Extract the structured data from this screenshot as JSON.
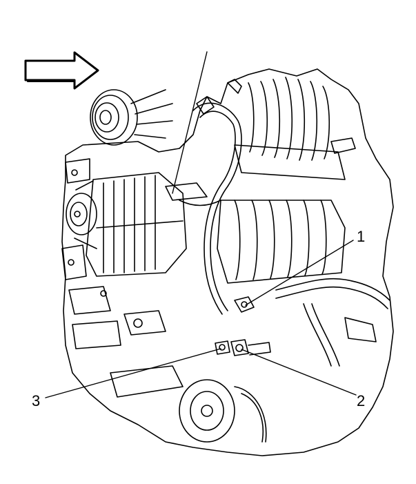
{
  "figure": {
    "callouts": [
      {
        "number": "1"
      },
      {
        "number": "2"
      },
      {
        "number": "3"
      }
    ],
    "direction_arrow": {
      "icon": "right-arrow-icon"
    },
    "colors": {
      "line": "#000000",
      "background": "#ffffff"
    }
  }
}
